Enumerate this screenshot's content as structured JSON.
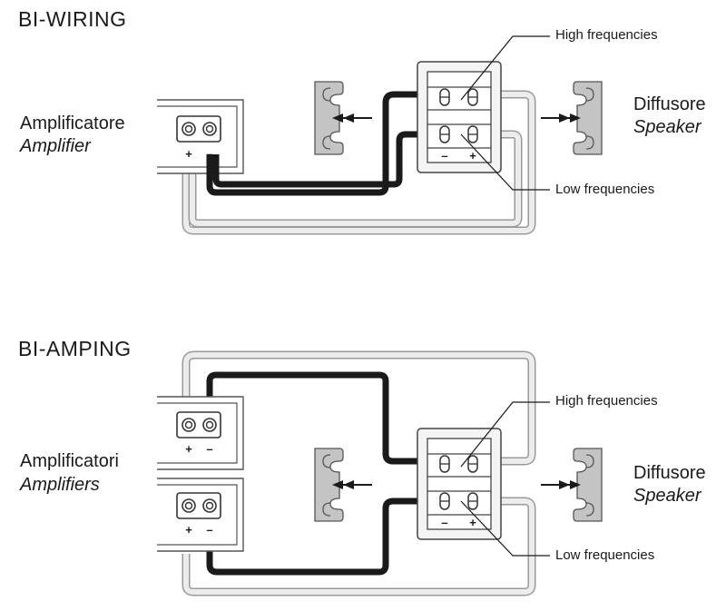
{
  "bi_wiring": {
    "title": "BI-WIRING",
    "amplifier_label_it": "Amplificatore",
    "amplifier_label_en": "Amplifier",
    "speaker_label_it": "Diffusore",
    "speaker_label_en": "Speaker",
    "high_label": "High frequencies",
    "low_label": "Low frequencies",
    "amp_terminals": [
      "+",
      "–"
    ],
    "speaker_terminals": [
      "–",
      "+"
    ]
  },
  "bi_amping": {
    "title": "BI-AMPING",
    "amplifier_label_it": "Amplificatori",
    "amplifier_label_en": "Amplifiers",
    "speaker_label_it": "Diffusore",
    "speaker_label_en": "Speaker",
    "high_label": "High frequencies",
    "low_label": "Low frequencies",
    "amp_terminals": [
      "+",
      "–"
    ],
    "speaker_terminals": [
      "–",
      "+"
    ]
  },
  "colors": {
    "black_wire": "#1a1a1a",
    "grey_wire": "#d6d6d6",
    "clip_fill": "#c4c4c4",
    "outline": "#4a4a4a"
  }
}
